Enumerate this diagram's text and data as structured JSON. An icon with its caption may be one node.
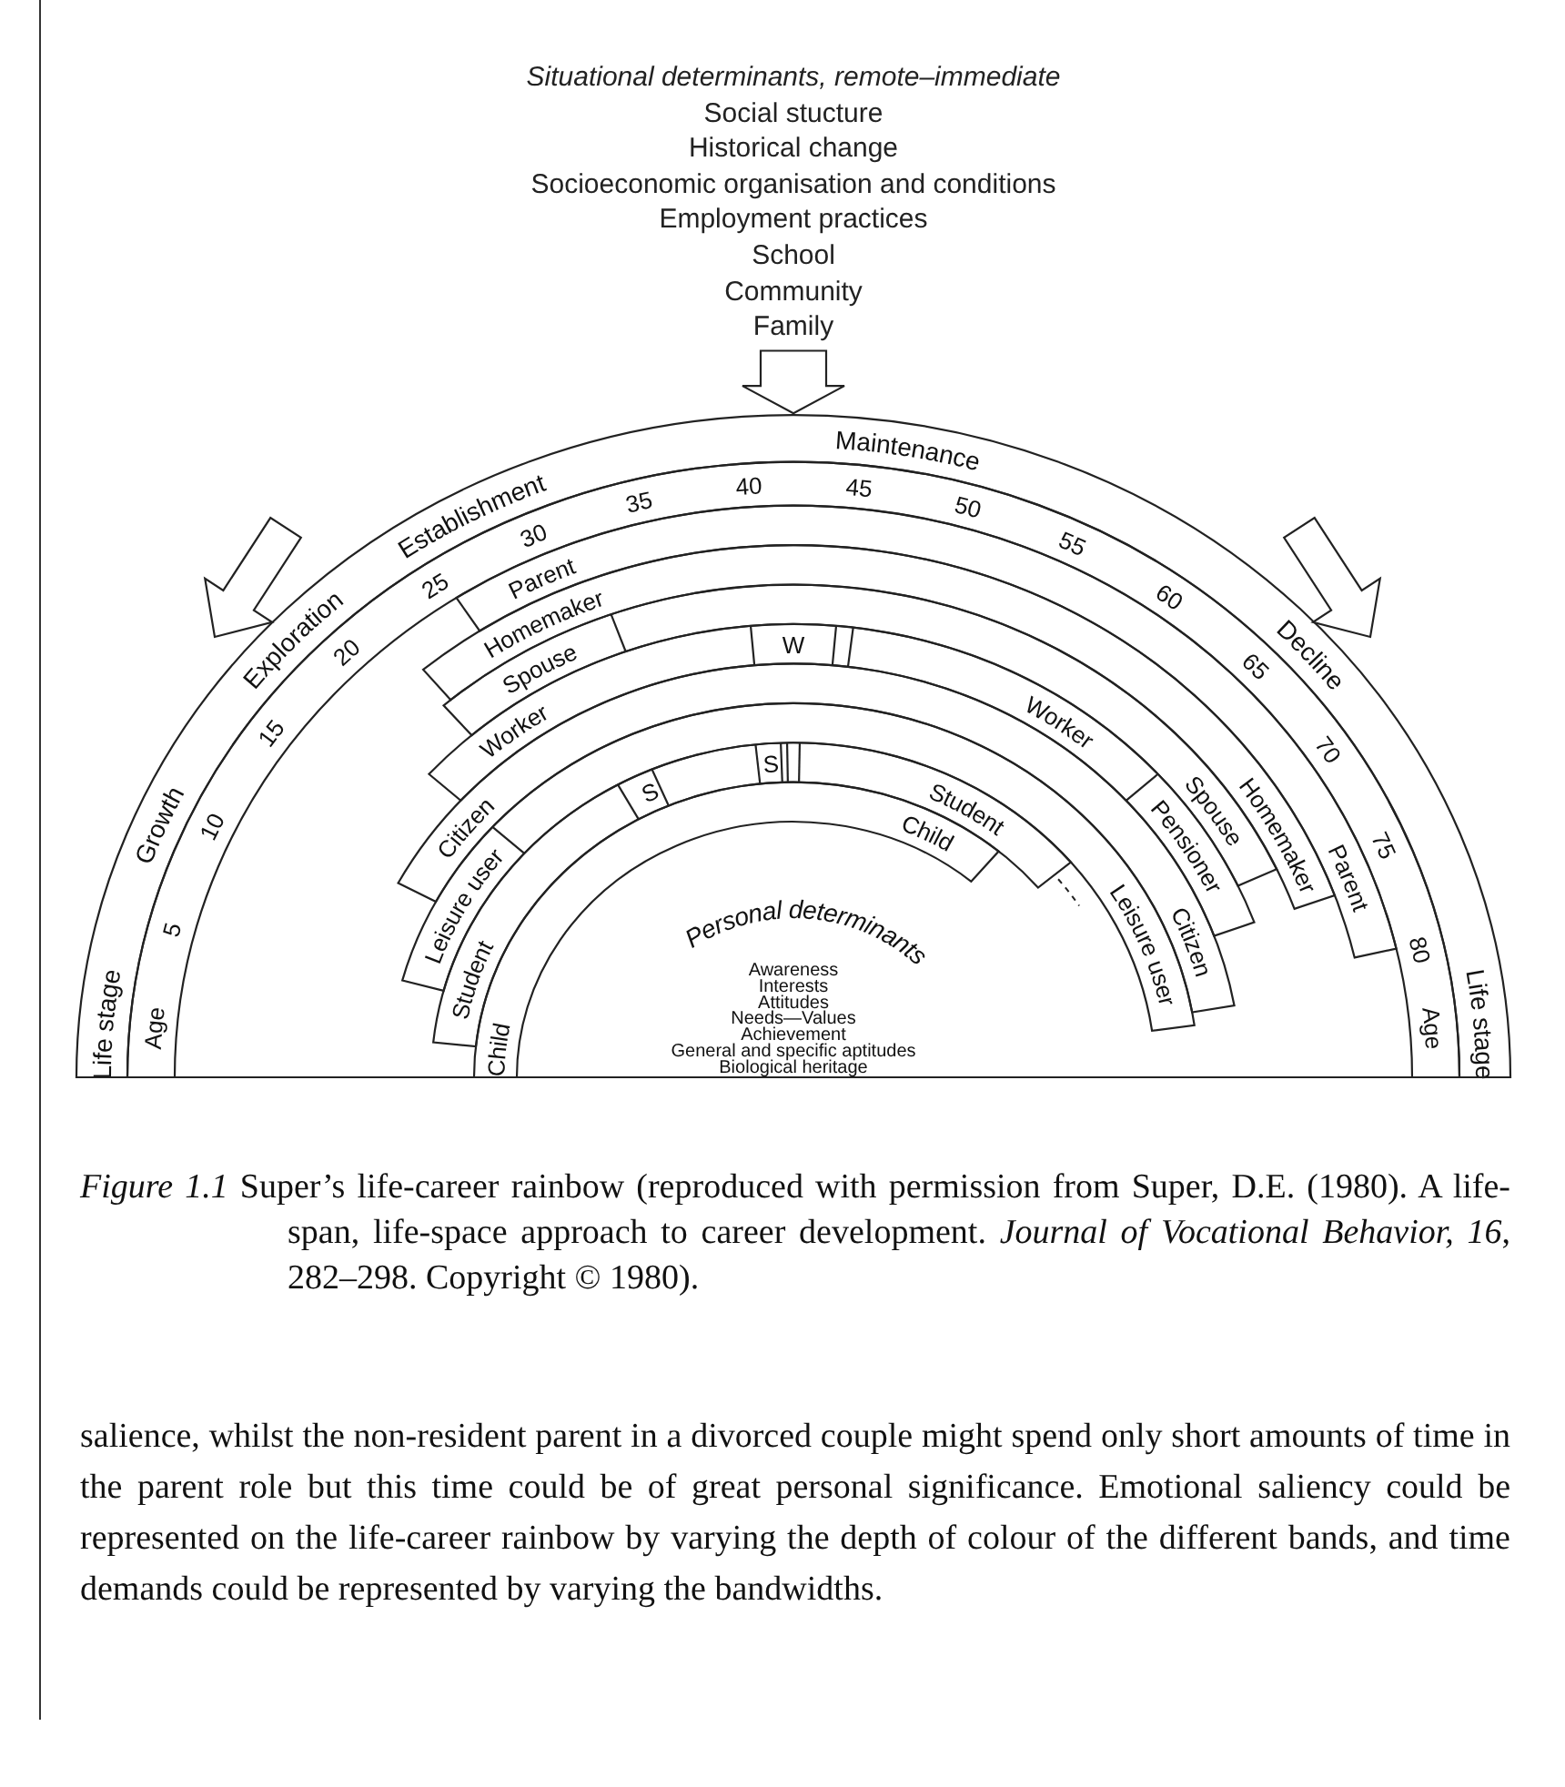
{
  "diagram": {
    "caption": "*Figure 1.1* Super’s life-career rainbow (reproduced with permission from Super, D.E. (1980). A life-span, life-space approach to career development. *Journal of Vocational Behavior, 16*, 282–298. Copyright © 1980).",
    "nodes": [
      {
        "text": [
          "Situational determinants, remote–immediate",
          "Social stucture",
          "Historical change",
          "Socioeconomic organisation and conditions",
          "Employment practices",
          "School",
          "Community",
          "Family"
        ]
      },
      {
        "text": [
          "Life stage",
          "Growth",
          "Exploration",
          "Establishment",
          "Maintenance",
          "Decline",
          "Life stage"
        ]
      },
      {
        "text": [
          "Age",
          "5",
          "10",
          "15",
          "20",
          "25",
          "30",
          "35",
          "40",
          "45",
          "50",
          "55",
          "60",
          "65",
          "70",
          "75",
          "80",
          "Age"
        ]
      },
      {
        "text": [
          "Parent",
          "Parent"
        ]
      },
      {
        "text": [
          "Homemaker",
          "Homemaker"
        ]
      },
      {
        "text": [
          "Spouse",
          "Spouse"
        ]
      },
      {
        "text": [
          "Worker",
          "W",
          "Worker",
          "Pensioner"
        ]
      },
      {
        "text": [
          "Citizen",
          "Citizen"
        ]
      },
      {
        "text": [
          "Leisure user",
          "Leisure user"
        ]
      },
      {
        "text": [
          "Student",
          "S",
          "S",
          "Student"
        ]
      },
      {
        "text": [
          "Child",
          "Child"
        ]
      },
      {
        "text": [
          "Personal determinants",
          "Awareness",
          "Interests",
          "Attitudes",
          "Needs—Values",
          "Achievement",
          "General and specific aptitudes",
          "Biological heritage"
        ]
      }
    ],
    "edges": [
      {
        "from": 0,
        "to": 1,
        "arrow": "to"
      }
    ],
    "labels": [
      "salience, whilst the non-resident parent in a divorced couple might spend only short amounts of time in the parent role but this time could be of great personal significance. Emotional saliency could be represented on the life-career rainbow by varying the depth of colour of the different bands, and time demands could be represented by varying the bandwidths."
    ]
  }
}
